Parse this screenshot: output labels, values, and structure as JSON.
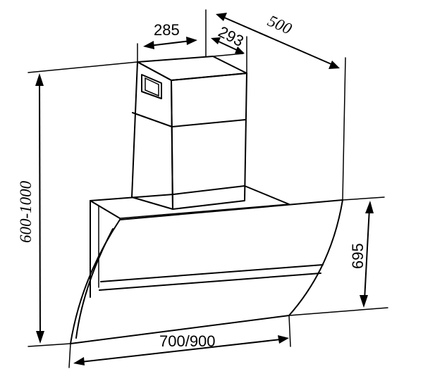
{
  "dimensions": {
    "chimney_width": "285",
    "chimney_depth": "293",
    "total_depth": "500",
    "height_range": "600-1000",
    "hood_height": "695",
    "hood_width": "700/900"
  }
}
